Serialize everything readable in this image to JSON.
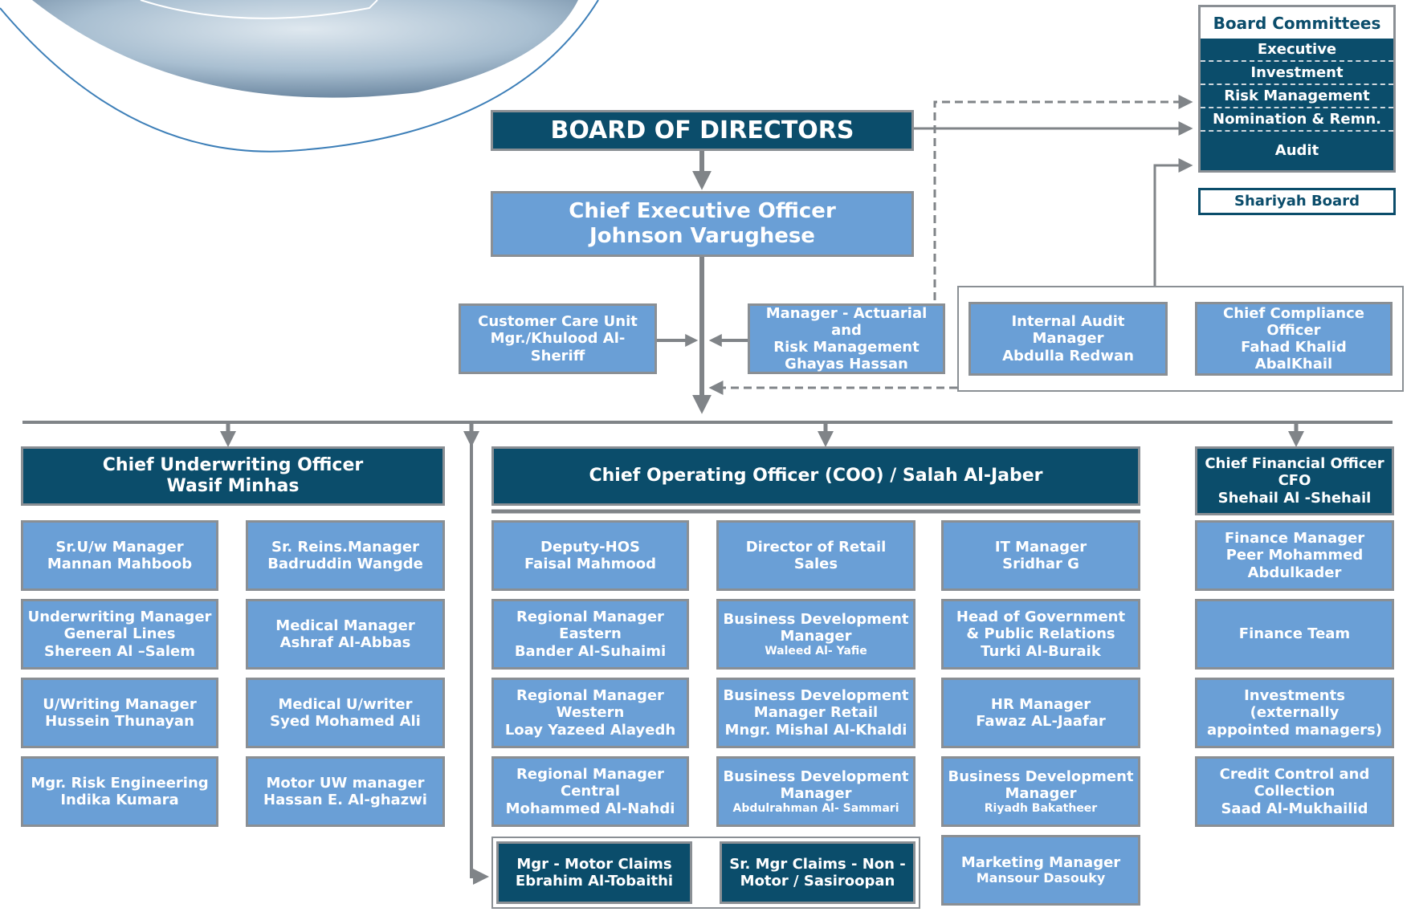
{
  "colors": {
    "dark": "#0b4d6b",
    "light": "#6a9fd6",
    "connector": "#808488"
  },
  "board": {
    "label": "BOARD OF DIRECTORS"
  },
  "ceo": {
    "lines": [
      "Chief Executive Officer",
      "Johnson  Varughese"
    ]
  },
  "committees": {
    "title": "Board Committees",
    "items": [
      "Executive",
      "Investment",
      "Risk Management",
      "Nomination & Remn.",
      "Audit"
    ]
  },
  "shariyah": "Shariyah Board",
  "customer_care": {
    "lines": [
      "Customer Care Unit",
      "Mgr./Khulood Al-Sheriff"
    ]
  },
  "actuarial": {
    "lines": [
      "Manager - Actuarial and",
      "Risk Management",
      "Ghayas Hassan"
    ]
  },
  "internal_audit": {
    "lines": [
      "Internal Audit Manager",
      "Abdulla Redwan"
    ]
  },
  "compliance": {
    "lines": [
      "Chief Compliance Officer",
      "Fahad Khalid AbalKhail"
    ]
  },
  "cuo": {
    "lines": [
      "Chief Underwriting Officer",
      "Wasif Minhas"
    ]
  },
  "coo": {
    "label": "Chief Operating Officer (COO) / Salah Al-Jaber"
  },
  "cfo": {
    "lines": [
      "Chief Financial Officer",
      "CFO",
      "Shehail  Al -Shehail"
    ]
  },
  "uw_col1": [
    {
      "lines": [
        "Sr.U/w Manager",
        "Mannan Mahboob"
      ]
    },
    {
      "lines": [
        "Underwriting Manager",
        "General Lines",
        "Shereen Al –Salem"
      ]
    },
    {
      "lines": [
        "U/Writing Manager",
        "Hussein Thunayan"
      ]
    },
    {
      "lines": [
        "Mgr. Risk Engineering",
        "Indika Kumara"
      ]
    }
  ],
  "uw_col2": [
    {
      "lines": [
        "Sr. Reins.Manager",
        "Badruddin Wangde"
      ]
    },
    {
      "lines": [
        "Medical Manager",
        "Ashraf Al-Abbas"
      ]
    },
    {
      "lines": [
        "Medical U/writer",
        "Syed Mohamed Ali"
      ]
    },
    {
      "lines": [
        "Motor UW manager",
        "Hassan E. Al-ghazwi"
      ]
    }
  ],
  "coo_col1": [
    {
      "lines": [
        "Deputy-HOS",
        "Faisal Mahmood"
      ]
    },
    {
      "lines": [
        "Regional Manager",
        "Eastern",
        "Bander Al-Suhaimi"
      ]
    },
    {
      "lines": [
        "Regional Manager",
        "Western",
        "Loay Yazeed Alayedh"
      ]
    },
    {
      "lines": [
        "Regional Manager",
        "Central",
        "Mohammed  Al-Nahdi"
      ]
    }
  ],
  "coo_col2": [
    {
      "lines": [
        "Director of Retail Sales"
      ]
    },
    {
      "lines": [
        "Business Development",
        "Manager",
        "Waleed Al- Yafie"
      ]
    },
    {
      "lines": [
        "Business Development",
        "Manager Retail",
        "Mngr. Mishal Al-Khaldi"
      ]
    },
    {
      "lines": [
        "Business Development",
        "Manager",
        "Abdulrahman Al- Sammari"
      ]
    }
  ],
  "coo_col3": [
    {
      "lines": [
        "IT Manager",
        "Sridhar G"
      ]
    },
    {
      "lines": [
        "Head of Government",
        "& Public Relations",
        "Turki Al-Buraik"
      ]
    },
    {
      "lines": [
        "HR Manager",
        "Fawaz AL-Jaafar"
      ]
    },
    {
      "lines": [
        "Business Development",
        "Manager",
        "Riyadh Bakatheer"
      ]
    },
    {
      "lines": [
        "Marketing Manager",
        "Mansour Dasouky"
      ]
    }
  ],
  "claims": [
    {
      "lines": [
        "Mgr - Motor Claims",
        "Ebrahim Al-Tobaithi"
      ]
    },
    {
      "lines": [
        "Sr. Mgr Claims - Non -",
        "Motor / Sasiroopan"
      ]
    }
  ],
  "cfo_col": [
    {
      "lines": [
        "Finance Manager",
        "Peer Mohammed",
        "Abdulkader"
      ]
    },
    {
      "lines": [
        "Finance Team"
      ]
    },
    {
      "lines": [
        "Investments (externally",
        "appointed managers)"
      ]
    },
    {
      "lines": [
        "Credit Control and",
        "Collection",
        "Saad Al-Mukhailid"
      ]
    }
  ]
}
